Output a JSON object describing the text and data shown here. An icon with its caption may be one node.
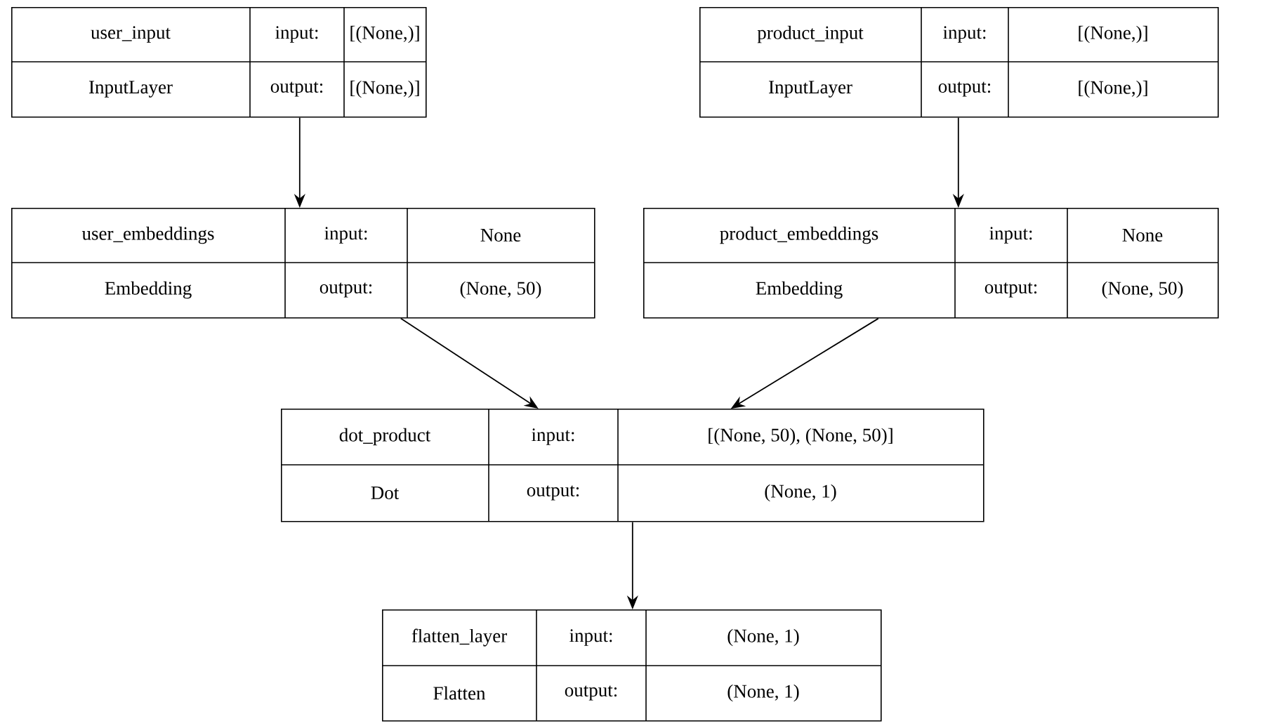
{
  "diagram": {
    "nodes": [
      {
        "text": [
          "user_input",
          "input:",
          "[(None,)]",
          "InputLayer",
          "output:",
          "[(None,)]"
        ]
      },
      {
        "text": [
          "product_input",
          "input:",
          "[(None,)]",
          "InputLayer",
          "output:",
          "[(None,)]"
        ]
      },
      {
        "text": [
          "user_embeddings",
          "input:",
          "None",
          "Embedding",
          "output:",
          "(None, 50)"
        ]
      },
      {
        "text": [
          "product_embeddings",
          "input:",
          "None",
          "Embedding",
          "output:",
          "(None, 50)"
        ]
      },
      {
        "text": [
          "dot_product",
          "input:",
          "[(None, 50), (None, 50)]",
          "Dot",
          "output:",
          "(None, 1)"
        ]
      },
      {
        "text": [
          "flatten_layer",
          "input:",
          "(None, 1)",
          "Flatten",
          "output:",
          "(None, 1)"
        ]
      }
    ],
    "edges": [
      {
        "from": 0,
        "to": 2,
        "arrow": "to"
      },
      {
        "from": 1,
        "to": 3,
        "arrow": "to"
      },
      {
        "from": 2,
        "to": 4,
        "arrow": "to"
      },
      {
        "from": 3,
        "to": 4,
        "arrow": "to"
      },
      {
        "from": 4,
        "to": 5,
        "arrow": "to"
      }
    ]
  }
}
